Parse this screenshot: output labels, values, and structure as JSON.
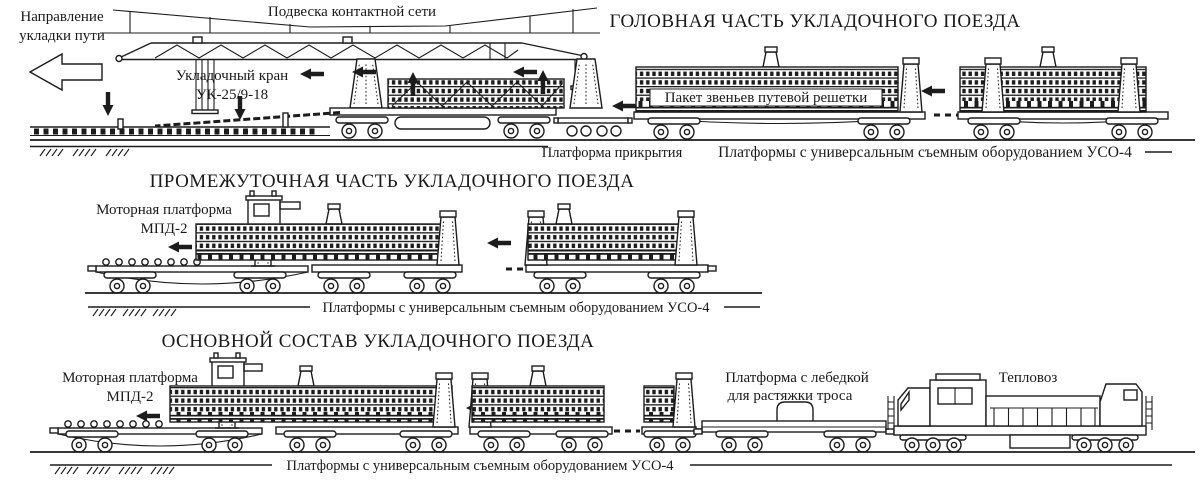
{
  "colors": {
    "ink": "#1c1c1c",
    "background": "#ffffff"
  },
  "sections": {
    "head": {
      "title": "ГОЛОВНАЯ ЧАСТЬ УКЛАДОЧНОГО ПОЕЗДА",
      "labels": {
        "direction_line1": "Направление",
        "direction_line2": "укладки пути",
        "catenary": "Подвеска контактной сети",
        "crane_line1": "Укладочный кран",
        "crane_line2": "УК-25/9-18",
        "package": "Пакет звеньев путевой решетки",
        "cover_platform": "Платформа прикрытия",
        "uso4_platforms": "Платформы с универсальным съемным оборудованием УСО-4"
      }
    },
    "intermediate": {
      "title": "ПРОМЕЖУТОЧНАЯ ЧАСТЬ УКЛАДОЧНОГО ПОЕЗДА",
      "labels": {
        "motor_platform_line1": "Моторная платформа",
        "motor_platform_line2": "МПД-2",
        "uso4_platforms": "Платформы с универсальным съемным оборудованием УСО-4"
      }
    },
    "main": {
      "title": "ОСНОВНОЙ СОСТАВ УКЛАДОЧНОГО ПОЕЗДА",
      "labels": {
        "motor_platform_line1": "Моторная платформа",
        "motor_platform_line2": "МПД-2",
        "winch_line1": "Платформа с лебедкой",
        "winch_line2": "для растяжки троса",
        "locomotive": "Тепловоз",
        "uso4_platforms": "Платформы с универсальным съемным оборудованием УСО-4"
      }
    }
  }
}
